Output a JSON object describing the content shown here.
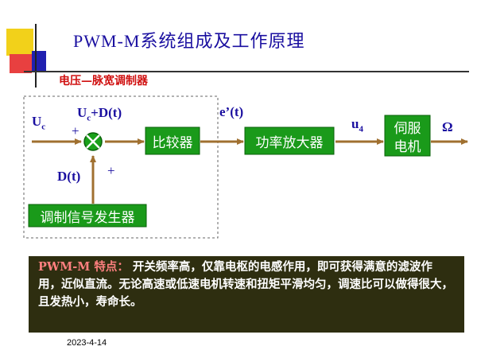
{
  "slide": {
    "title": "PWM-M系统组成及工作原理",
    "subtitle": "电压—脉宽调制器",
    "date": "2023-4-14"
  },
  "diagram": {
    "labels": {
      "uc": "U",
      "uc_sub": "c",
      "plus_left": "+",
      "sum_main": "U",
      "sum_main_sub": "c",
      "sum_main_rest": "+D(t)",
      "dt": "D(t)",
      "plus_bottom": "+",
      "e": "e’(t)",
      "u4": "u",
      "u4_sub": "4",
      "omega": "Ω"
    },
    "blocks": {
      "comparator": "比较器",
      "amplifier": "功率放大器",
      "servo_line1": "伺服",
      "servo_line2": "电机",
      "generator": "调制信号发生器"
    }
  },
  "features": {
    "heading": "PWM-M 特点：",
    "body": "开关频率高，仅靠电枢的电感作用，即可获得满意的滤波作用，近似直流。无论高速或低速电机转速和扭矩平滑均匀，调速比可以做得很大，且发热小，寿命长。"
  },
  "colors": {
    "title": "#1a0fa0",
    "subtitle": "#d01010",
    "block_fill": "#1a9a1a",
    "arrow": "#a07030",
    "feature_bg": "#2e2e10",
    "feature_heading": "#ff8080"
  }
}
